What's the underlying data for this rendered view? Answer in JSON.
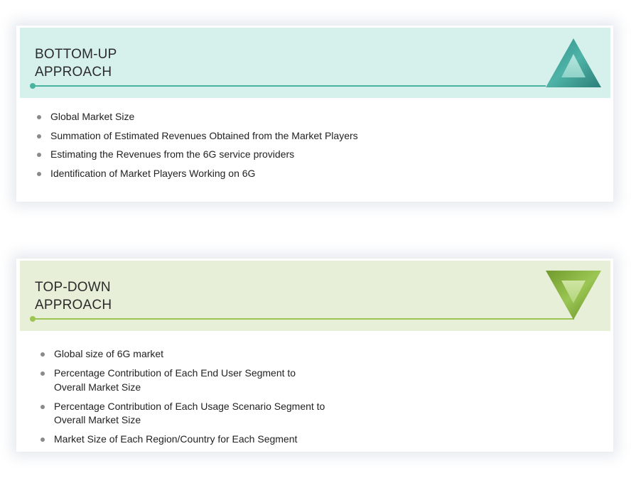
{
  "bottom_up": {
    "title": "BOTTOM-UP\nAPPROACH",
    "accent": "#49b39f",
    "header_bg": "#d6f0ec",
    "icon": "triangle-up-icon",
    "items": [
      "Global Market Size",
      "Summation of Estimated Revenues Obtained from the Market Players",
      "Estimating the Revenues from the 6G service providers",
      "Identification of Market Players Working on 6G"
    ]
  },
  "top_down": {
    "title": "TOP-DOWN\nAPPROACH",
    "accent": "#9dc553",
    "header_bg": "#e7efd9",
    "icon": "triangle-down-icon",
    "items": [
      "Global size of 6G market",
      "Percentage Contribution of Each End User Segment to\nOverall Market Size",
      "Percentage Contribution of Each Usage Scenario Segment to\nOverall Market Size",
      "Market Size of Each Region/Country for Each Segment"
    ]
  }
}
